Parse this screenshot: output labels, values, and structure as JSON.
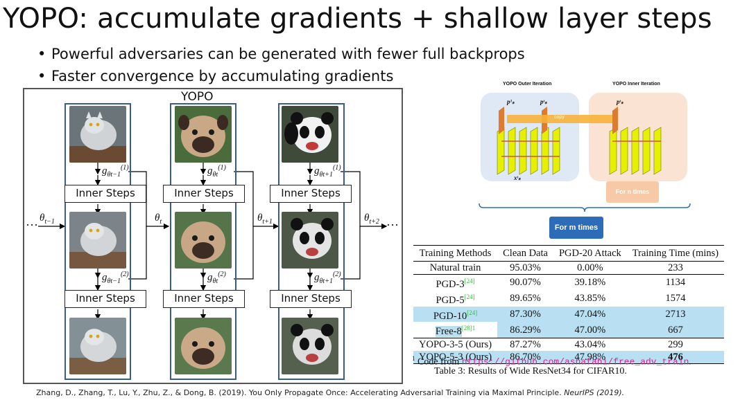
{
  "slide": {
    "title": "YOPO: accumulate gradients + shallow layer steps",
    "bullets": [
      "Powerful adversaries can be generated with fewer full backprops",
      "Faster convergence by accumulating gradients"
    ],
    "citation": "Zhang, D., Zhang, T., Lu, Y., Zhu, Z., & Dong, B. (2019). You Only Propagate Once: Accelerating Adversarial Training via Maximal Principle.",
    "citation_venue": "NeurIPS (2019)."
  },
  "figure_left": {
    "caption": "YOPO",
    "inner_steps_label": "Inner Steps",
    "ellipsis": "···",
    "columns": [
      {
        "image": "cat-image",
        "g1_sub": "θt−1",
        "g2_sub": "θt−1"
      },
      {
        "image": "pug-image",
        "g1_sub": "θt",
        "g2_sub": "θt"
      },
      {
        "image": "panda-image",
        "g1_sub": "θt+1",
        "g2_sub": "θt+1"
      }
    ],
    "thetas": [
      "θt−1",
      "θt",
      "θt+1",
      "θt+2"
    ]
  },
  "diagram_right": {
    "outer_title": "YOPO Outer Iteration",
    "inner_title": "YOPO Inner Iteration",
    "p1_label": "p¹ₛ",
    "pt_label": "pᵗₛ",
    "pt_inner_label": "pᵗₛ",
    "x_label": "xᵗₛ",
    "copy_label": "copy",
    "for_n_label": "For n times",
    "for_m_label": "For m times",
    "colors": {
      "outer_bg": "#dfe9f6",
      "inner_bg": "#fbe3d4",
      "accent_blue": "#2d6cb8",
      "layer_yellow": "#e6f000",
      "arrow": "#d98a2b"
    }
  },
  "table": {
    "headers": [
      "Training Methods",
      "Clean Data",
      "PGD-20 Attack",
      "Training Time (mins)"
    ],
    "rows": [
      {
        "method": "Natural train",
        "ref": "",
        "clean": "95.03%",
        "pgd": "0.00%",
        "time": "233",
        "highlight": false,
        "bold_time": false
      },
      {
        "method": "PGD-3",
        "ref": "[24]",
        "clean": "90.07%",
        "pgd": "39.18%",
        "time": "1134",
        "highlight": false,
        "bold_time": false
      },
      {
        "method": "PGD-5",
        "ref": "[24]",
        "clean": "89.65%",
        "pgd": "43.85%",
        "time": "1574",
        "highlight": false,
        "bold_time": false
      },
      {
        "method": "PGD-10",
        "ref": "[24]",
        "clean": "87.30%",
        "pgd": "47.04%",
        "time": "2713",
        "highlight": true,
        "bold_time": false
      },
      {
        "method": "Free-8",
        "ref": "[28]1",
        "clean": "86.29%",
        "pgd": "47.00%",
        "time": "667",
        "highlight": true,
        "bold_time": false
      },
      {
        "method": "YOPO-3-5 (Ours)",
        "ref": "",
        "clean": "87.27%",
        "pgd": "43.04%",
        "time": "299",
        "highlight": false,
        "bold_time": false
      },
      {
        "method": "YOPO-5-3 (Ours)",
        "ref": "",
        "clean": "86.70%",
        "pgd": "47.98%",
        "time": "476",
        "highlight": true,
        "bold_time": true
      }
    ],
    "footnote_prefix": "Code from ",
    "footnote_mark": "1",
    "footnote_url": "https://github.com/ashafahi/free_adv_train",
    "footnote_suffix": ".",
    "caption": "Table 3: Results of Wide ResNet34 for CIFAR10."
  }
}
